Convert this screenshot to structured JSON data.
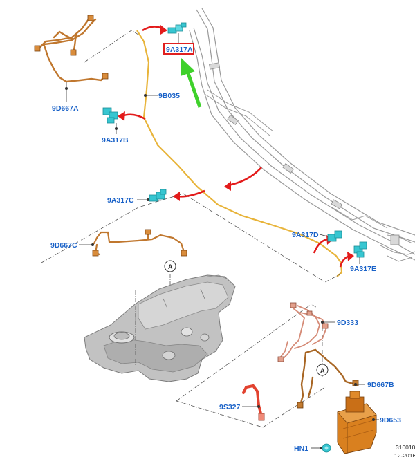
{
  "colors": {
    "label": "#1a62c8",
    "highlight_box": "#e02020",
    "arrow_red": "#e31b1b",
    "arrow_green": "#3fd12b",
    "fuel_line": "#e8b43a",
    "harness": "#c0772e",
    "clip": "#37c6d1",
    "canister": "#d9801f",
    "tank": "#b8b8b8"
  },
  "labels": {
    "part_9a317a": "9A317A",
    "part_9b035": "9B035",
    "part_9d667a": "9D667A",
    "part_9a317b": "9A317B",
    "part_9a317c": "9A317C",
    "part_9d667c": "9D667C",
    "part_9a317d": "9A317D",
    "part_9a317e": "9A317E",
    "part_9d333": "9D333",
    "part_9d667b": "9D667B",
    "part_9s327": "9S327",
    "part_9d653": "9D653",
    "part_hn1": "HN1",
    "detail_a_1": "A",
    "detail_a_2": "A"
  },
  "footer": {
    "ref_line1": "310010",
    "ref_line2": "12-2016"
  }
}
